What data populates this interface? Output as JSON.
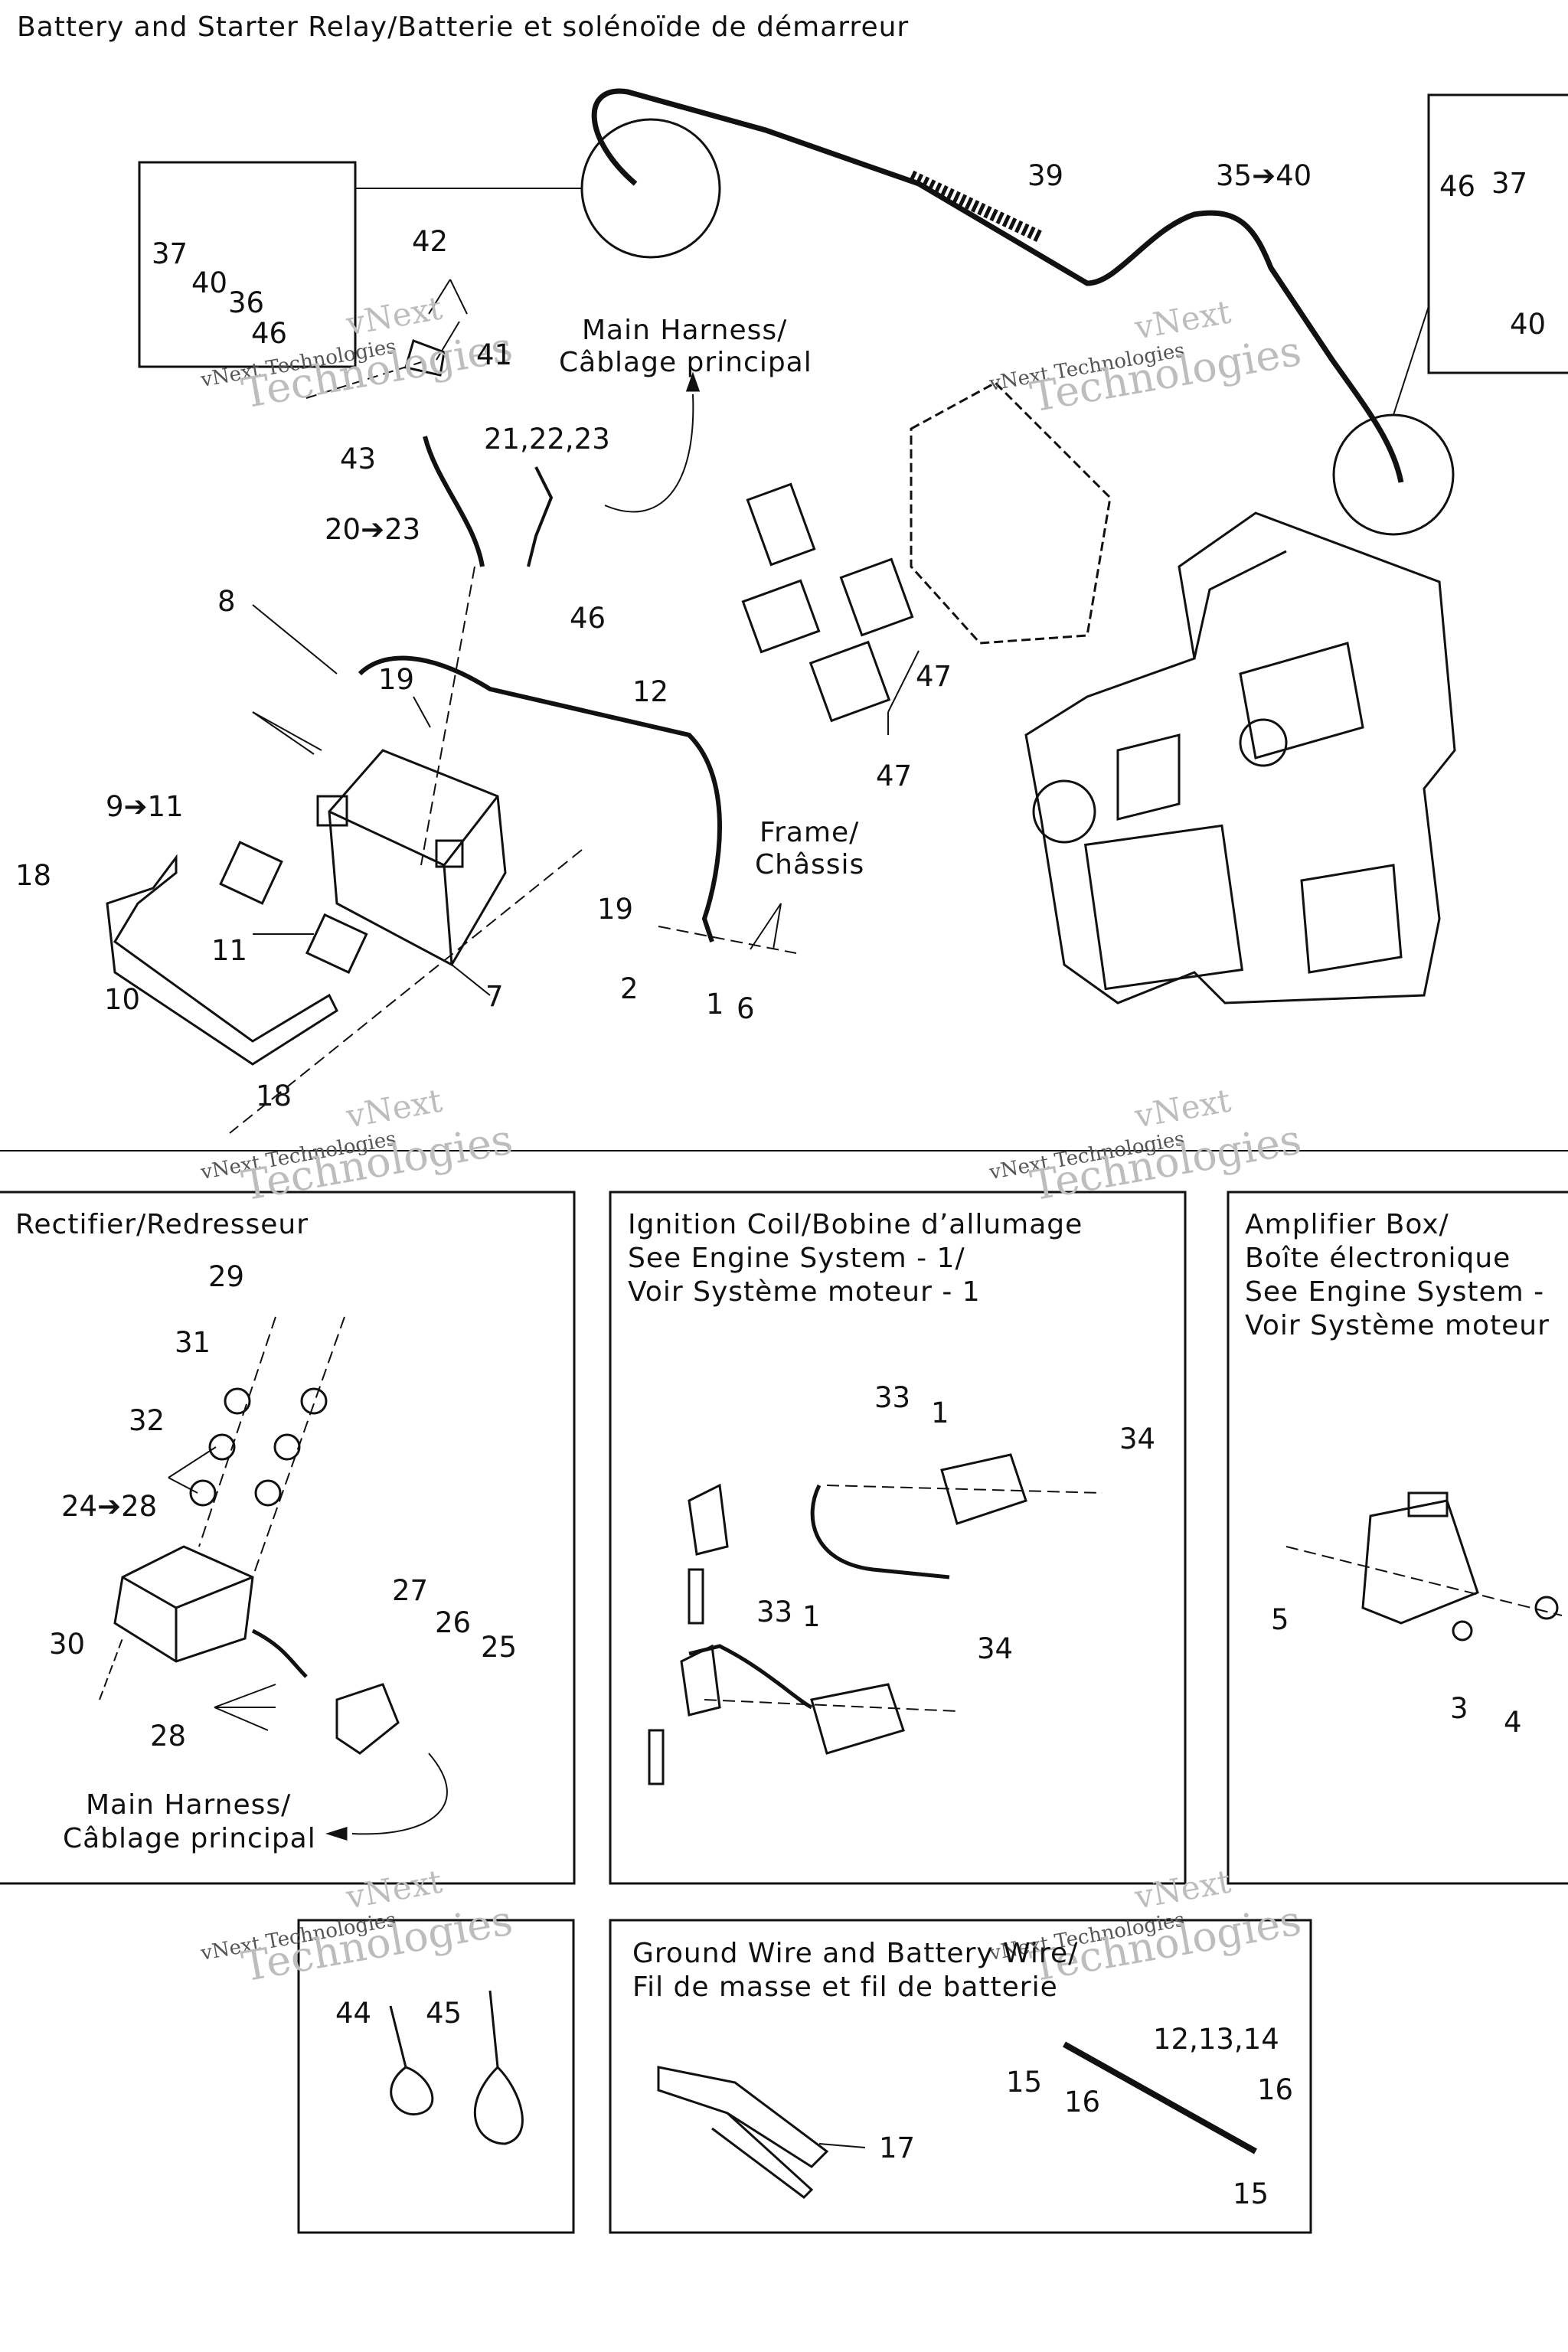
{
  "sections": {
    "battery": {
      "title": "Battery and Starter Relay/Batterie et solénoïde de démarreur"
    },
    "rectifier": {
      "title": "Rectifier/Redresseur"
    },
    "ignition": {
      "title_line1": "Ignition Coil/Bobine d’allumage",
      "title_line2": "See Engine System - 1/",
      "title_line3": "Voir Système moteur - 1"
    },
    "amplifier": {
      "title_line1": "Amplifier Box/",
      "title_line2": "Boîte électronique",
      "title_line3": "See Engine System -",
      "title_line4": "Voir Système moteur"
    },
    "ground": {
      "title_line1": "Ground Wire and Battery Wire/",
      "title_line2": "Fil de masse et fil de batterie"
    }
  },
  "annotations": {
    "main_harness_line1": "Main Harness/",
    "main_harness_line2": "Câblage principal",
    "frame_line1": "Frame/",
    "frame_line2": "Châssis"
  },
  "watermark": {
    "line1": "vNext",
    "line2": "vNext Technologies",
    "line3": "Technologies"
  },
  "callouts": {
    "c37": "37",
    "c40": "40",
    "c36": "36",
    "c46": "46",
    "c42": "42",
    "c41": "41",
    "c43": "43",
    "c21_23": "21,22,23",
    "c20_23": "20➔23",
    "c46b": "46",
    "c8": "8",
    "c19": "19",
    "c12": "12",
    "c9_11": "9➔11",
    "c18": "18",
    "c11": "11",
    "c10": "10",
    "c18b": "18",
    "c7": "7",
    "c19b": "19",
    "c2": "2",
    "c1": "1",
    "c6": "6",
    "c39": "39",
    "c35_40": "35➔40",
    "c46r": "46",
    "c37r": "37",
    "c40r": "40",
    "c47": "47",
    "c47b": "47",
    "r29": "29",
    "r31": "31",
    "r32": "32",
    "r24_28": "24➔28",
    "r27": "27",
    "r26": "26",
    "r25": "25",
    "r30": "30",
    "r28": "28",
    "i33": "33",
    "i1": "1",
    "i34": "34",
    "i33b": "33",
    "i1b": "1",
    "i34b": "34",
    "a5": "5",
    "a3": "3",
    "a4": "4",
    "t44": "44",
    "t45": "45",
    "g12_14": "12,13,14",
    "g15": "15",
    "g16": "16",
    "g16b": "16",
    "g15b": "15",
    "g17": "17"
  }
}
